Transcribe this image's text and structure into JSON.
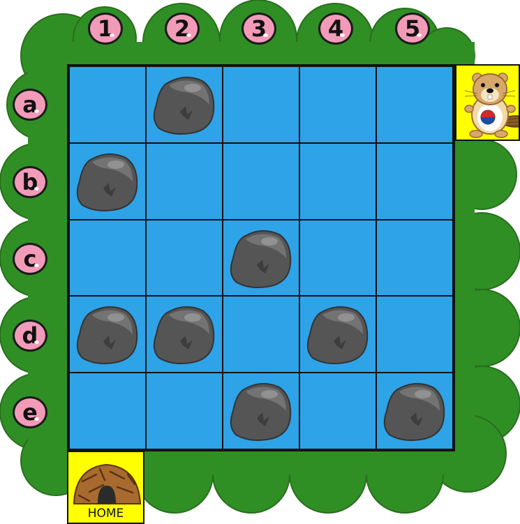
{
  "columns": [
    "1",
    "2",
    "3",
    "4",
    "5"
  ],
  "rows": [
    "a",
    "b",
    "c",
    "d",
    "e"
  ],
  "rocks": [
    {
      "row": "a",
      "col": 2
    },
    {
      "row": "b",
      "col": 1
    },
    {
      "row": "c",
      "col": 3
    },
    {
      "row": "d",
      "col": 1
    },
    {
      "row": "d",
      "col": 2
    },
    {
      "row": "d",
      "col": 4
    },
    {
      "row": "e",
      "col": 3
    },
    {
      "row": "e",
      "col": 5
    }
  ],
  "start": {
    "character": "beaver-icon",
    "adjacent_row": "a",
    "side": "right"
  },
  "home": {
    "label": "HOME",
    "icon": "burrow-icon",
    "below_col": 1
  },
  "colors": {
    "water": "#2ea3e8",
    "grass": "#2f8f24",
    "badge": "#f29bb9",
    "tile": "#ffff00",
    "rock": "#606060"
  }
}
